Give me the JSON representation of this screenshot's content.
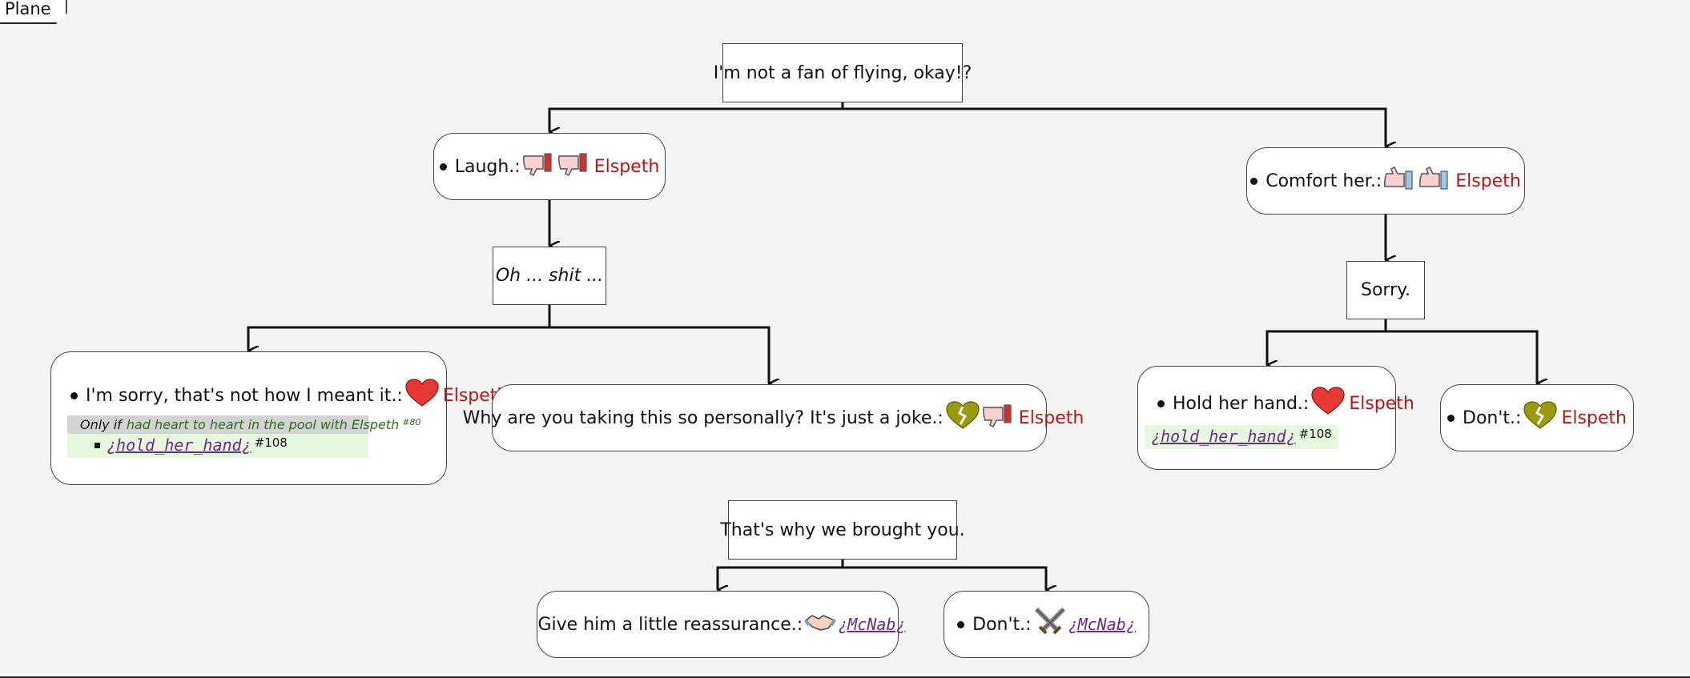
{
  "frame": {
    "label": "Plane"
  },
  "nodes": {
    "root": {
      "text": "I'm not a fan of flying, okay!?"
    },
    "laugh": {
      "label": "Laugh.:",
      "speaker": "Elspeth"
    },
    "comfort": {
      "label": "Comfort her.:",
      "speaker": "Elspeth"
    },
    "oh_shit": {
      "text": "Oh ... shit ..."
    },
    "sorry": {
      "text": "Sorry."
    },
    "im_sorry": {
      "label": "I'm sorry, that's not how I meant it.:",
      "speaker": "Elspeth",
      "condition_prefix": "Only if",
      "condition_text": "had heart to heart in the pool with Elspeth",
      "condition_ref": "#80",
      "action_text": "¿hold_her_hand¿",
      "action_ref": "#108"
    },
    "why": {
      "label": "Why are you taking this so personally? It's just a joke.:",
      "speaker": "Elspeth"
    },
    "hold": {
      "label": "Hold her hand.:",
      "speaker": "Elspeth",
      "action_text": "¿hold_her_hand¿",
      "action_ref": "#108"
    },
    "dont1": {
      "label": "Don't.:",
      "speaker": "Elspeth"
    },
    "brought": {
      "text": "That's why we brought you."
    },
    "reassure": {
      "label": "Give him a little reassurance.:",
      "speaker": "¿McNab¿"
    },
    "dont2": {
      "label": "Don't.:",
      "speaker": "¿McNab¿"
    }
  },
  "icons": [
    "thumbs-down-icon",
    "thumbs-up-icon",
    "heart-icon",
    "broken-heart-icon",
    "handshake-icon",
    "crossed-swords-icon"
  ],
  "colors": {
    "speaker": "#b81414",
    "link": "#6a2a8a",
    "condition_bg": "#d3d3d3",
    "action_bg": "#e6f8dd",
    "condition_text": "#2e6b1e"
  }
}
